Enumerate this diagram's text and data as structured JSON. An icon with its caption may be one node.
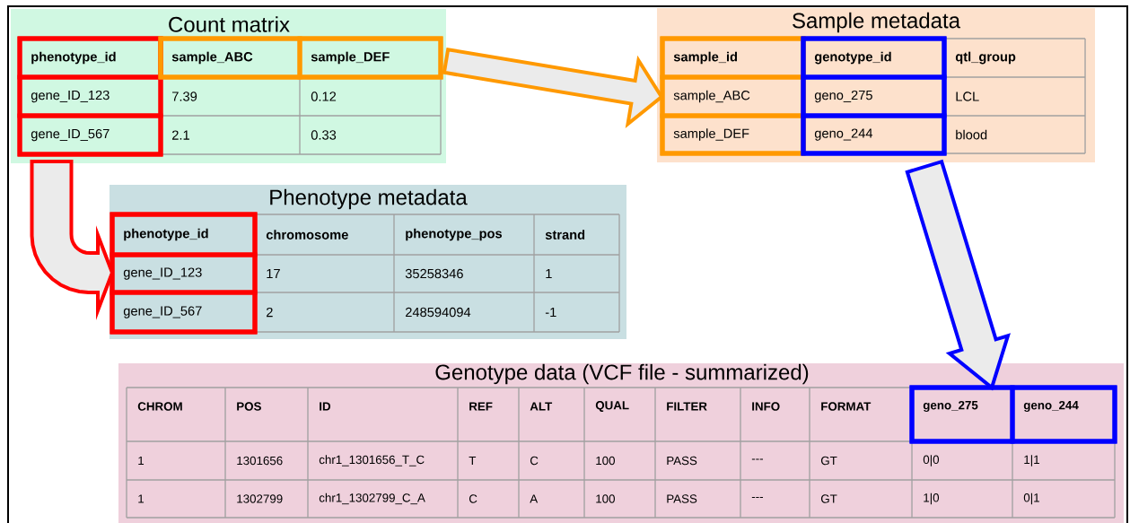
{
  "diagram": {
    "nodes": [
      {
        "text": [
          "Count matrix",
          "7.39",
          "0.12",
          "2.1",
          "0.33"
        ]
      },
      {
        "text": [
          "phenotype_id",
          "gene_ID_123",
          "gene_ID_567"
        ],
        "in": 0
      },
      {
        "text": [
          "sample_ABC",
          "sample_DEF"
        ],
        "in": 0
      },
      {
        "text": [
          "Sample metadata",
          "qtl_group",
          "LCL",
          "blood"
        ]
      },
      {
        "text": [
          "sample_id",
          "sample_ABC",
          "sample_DEF"
        ],
        "in": 3
      },
      {
        "text": [
          "genotype_id",
          "geno_275",
          "geno_244"
        ],
        "in": 3
      },
      {
        "text": [
          "Phenotype metadata",
          "chromosome",
          "phenotype_pos",
          "strand",
          "17",
          "35258346",
          "1",
          "2",
          "248594094",
          "-1"
        ]
      },
      {
        "text": [
          "phenotype_id",
          "gene_ID_123",
          "gene_ID_567"
        ],
        "in": 6
      },
      {
        "text": [
          "Genotype data (VCF file - summarized)",
          "CHROM",
          "POS",
          "ID",
          "REF",
          "ALT",
          "QUAL",
          "FILTER",
          "INFO",
          "FORMAT",
          "1",
          "1301656",
          "chr1_1301656_T_C",
          "T",
          "C",
          "100",
          "PASS",
          "---",
          "GT",
          "0|0",
          "1|1",
          "1",
          "1302799",
          "chr1_1302799_C_A",
          "C",
          "A",
          "100",
          "PASS",
          "---",
          "GT",
          "1|0",
          "0|1"
        ]
      },
      {
        "text": [
          "geno_275",
          "geno_244"
        ],
        "in": 8
      }
    ],
    "edges": [
      {
        "from": 2,
        "to": 4,
        "arrow": "to",
        "color": "#ff9900"
      },
      {
        "from": 1,
        "to": 7,
        "arrow": "to",
        "color": "#ff0000"
      },
      {
        "from": 5,
        "to": 9,
        "arrow": "to",
        "color": "#0000ff"
      }
    ]
  }
}
